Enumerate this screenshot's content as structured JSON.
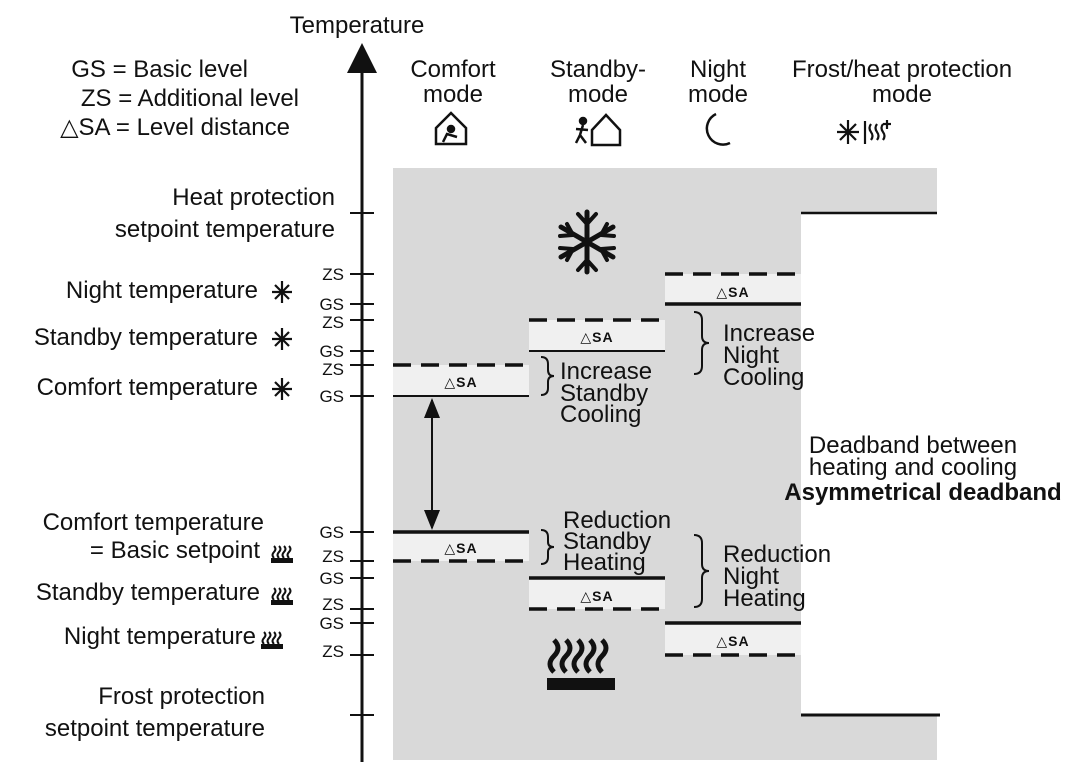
{
  "axis": {
    "label": "Temperature"
  },
  "legend": {
    "gs": "GS = Basic level",
    "zs": "ZS = Additional level",
    "sa": "△SA = Level distance"
  },
  "modes": {
    "comfort": [
      "Comfort",
      "mode"
    ],
    "standby": [
      "Standby-",
      "mode"
    ],
    "night": [
      "Night",
      "mode"
    ],
    "frost": [
      "Frost/heat protection",
      "mode"
    ]
  },
  "labels": {
    "heat_protection": [
      "Heat protection",
      "setpoint temperature"
    ],
    "night_cool": "Night temperature",
    "standby_cool": "Standby temperature",
    "comfort_cool": "Comfort temperature",
    "comfort_heat": [
      "Comfort temperature",
      "= Basic setpoint"
    ],
    "standby_heat": "Standby temperature",
    "night_heat": "Night temperature",
    "frost_protection": [
      "Frost protection",
      "setpoint temperature"
    ]
  },
  "tick_labels": {
    "zs": "ZS",
    "gs": "GS"
  },
  "sa_label": "△SA",
  "annotations": {
    "increase_standby": [
      "Increase",
      "Standby",
      "Cooling"
    ],
    "increase_night": [
      "Increase",
      "Night",
      "Cooling"
    ],
    "reduction_standby": [
      "Reduction",
      "Standby",
      "Heating"
    ],
    "reduction_night": [
      "Reduction",
      "Night",
      "Heating"
    ],
    "deadband": [
      "Deadband between",
      "heating and cooling"
    ],
    "deadband_type": "Asymmetrical deadband"
  },
  "colors": {
    "background_region": "#d9d9d9",
    "sa_band": "#f0f0f0",
    "line": "#111111"
  }
}
